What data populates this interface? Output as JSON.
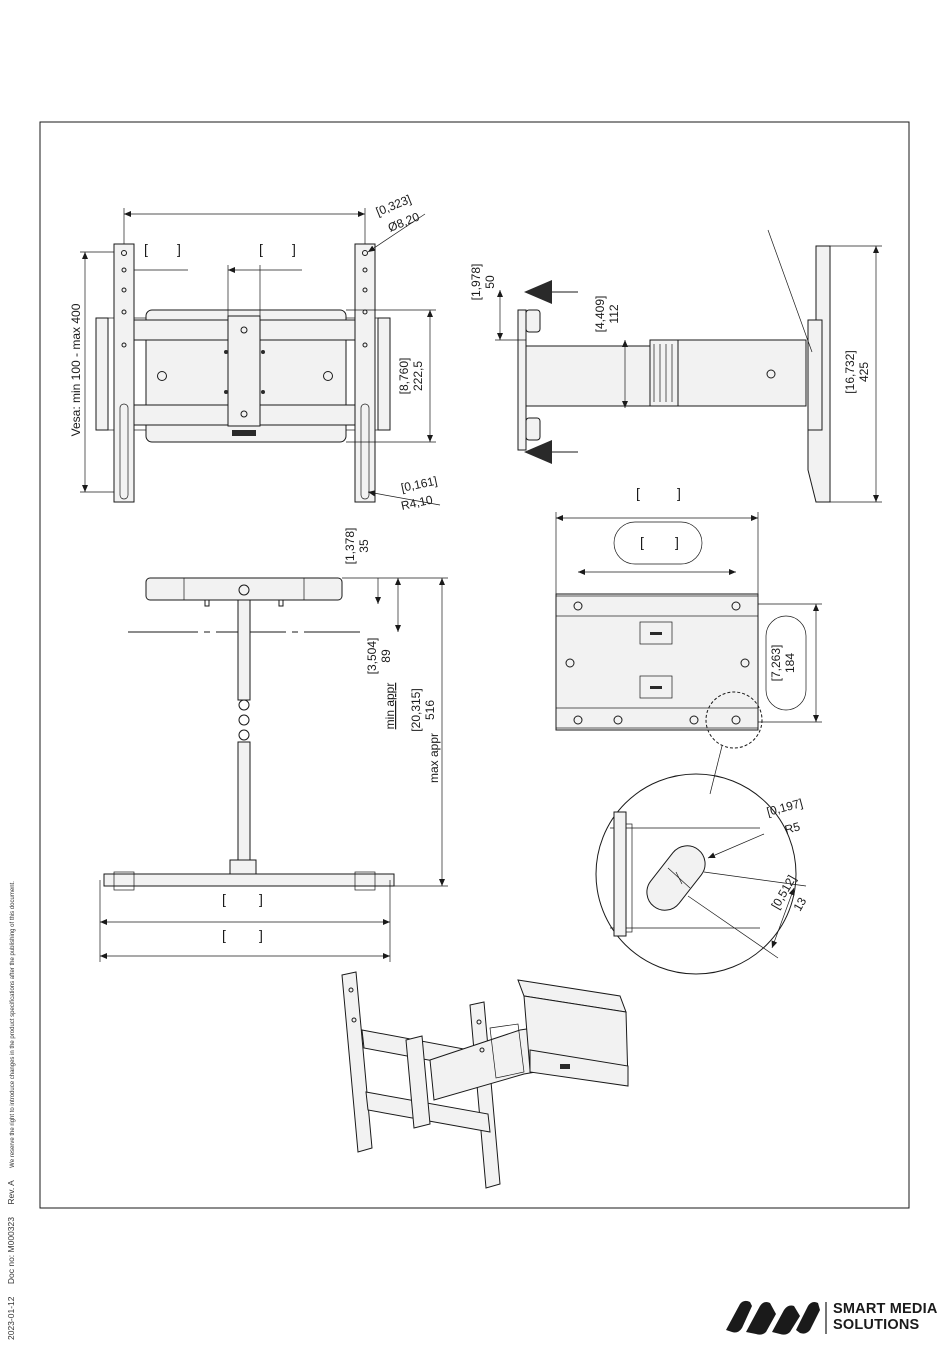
{
  "footer": {
    "date": "2023-01-12",
    "doc_no": "Doc no: M000323",
    "rev": "Rev. A",
    "disclaimer": "We reserve the right to introduce changes in the product specifications after the publishing of this document."
  },
  "brand": {
    "line1": "SMART MEDIA",
    "line2": "SOLUTIONS"
  },
  "dimensions": {
    "hole_inch": "[0,323]",
    "hole_mm": "Ø8,20",
    "vesa": "Vesa: min 100 - max 400",
    "height_inch": "[8,760]",
    "height_mm": "222,5",
    "slot_inch": "[0,161]",
    "slot_mm": "R4,10",
    "side_top_inch": "[1,978]",
    "side_top_mm": "50",
    "side_mid_inch": "[4,409]",
    "side_mid_mm": "112",
    "side_full_inch": "[16,732]",
    "side_full_mm": "425",
    "top_plate_inch": "[1,378]",
    "top_plate_mm": "35",
    "min_inch": "[3,504]",
    "min_mm": "89",
    "min_label": "min appr",
    "max_inch": "[20,315]",
    "max_mm": "516",
    "max_label": "max appr",
    "plate_h_inch": "[7,263]",
    "plate_h_mm": "184",
    "detail_r_inch": "[0,197]",
    "detail_r_mm": "R5",
    "detail_w_inch": "[0,512]",
    "detail_w_mm": "13"
  },
  "colors": {
    "line": "#1a1a1a",
    "fill": "#f2f2f2"
  }
}
